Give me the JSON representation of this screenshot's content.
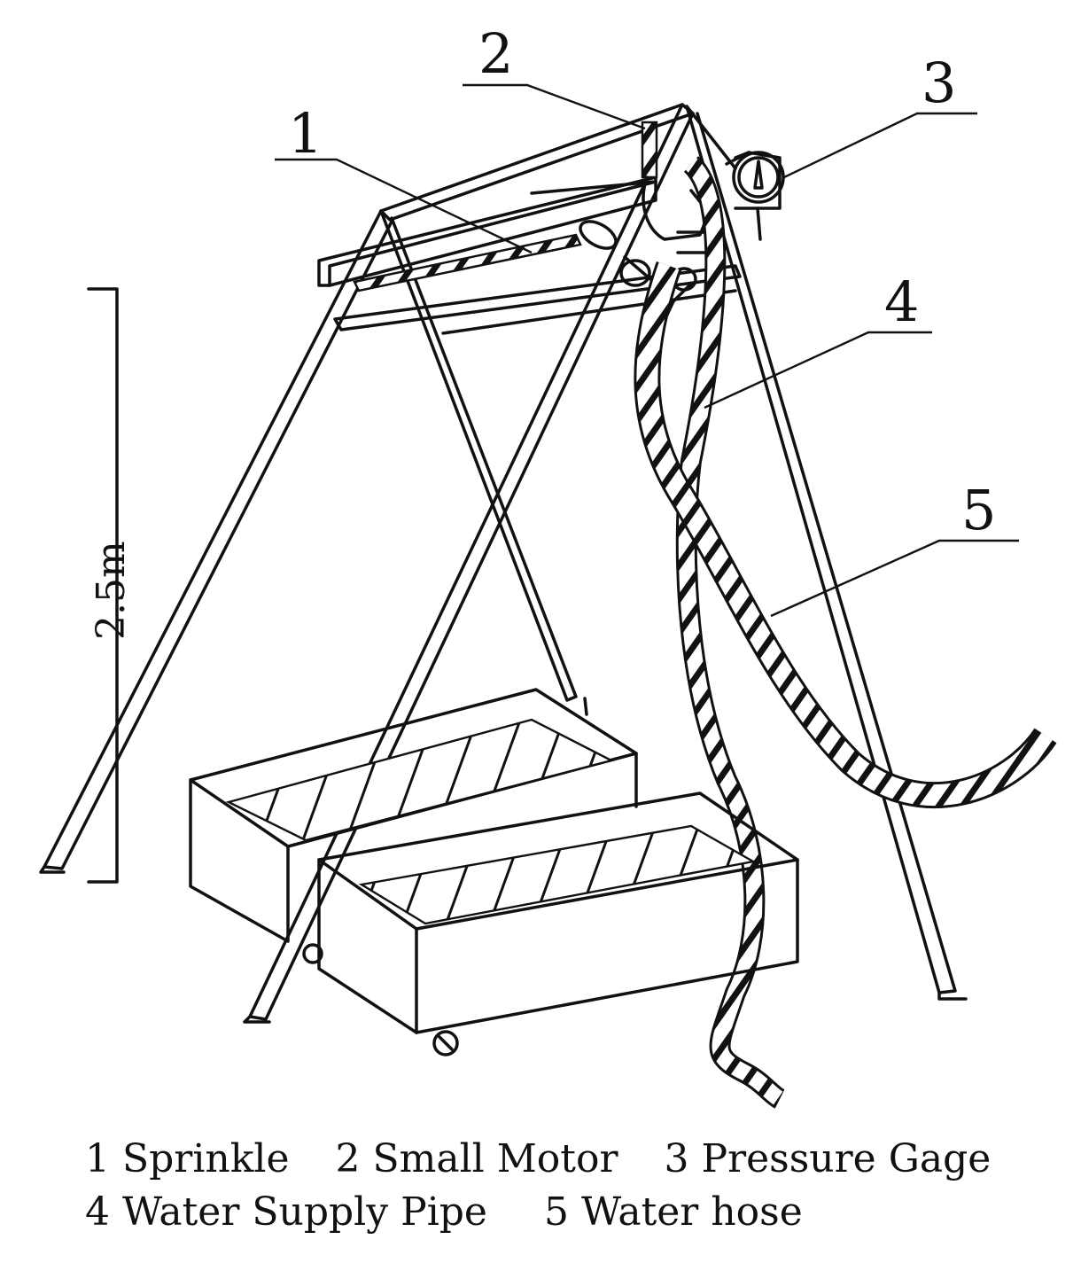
{
  "callouts": [
    "1",
    "2",
    "3",
    "4",
    "5"
  ],
  "dimension": "2.5m",
  "legend": {
    "row1": [
      "1 Sprinkle",
      "2 Small Motor",
      "3 Pressure Gage"
    ],
    "row2": [
      "4 Water Supply Pipe",
      "5 Water hose"
    ]
  },
  "colors": {
    "ink": "#111111",
    "background": "#ffffff"
  }
}
